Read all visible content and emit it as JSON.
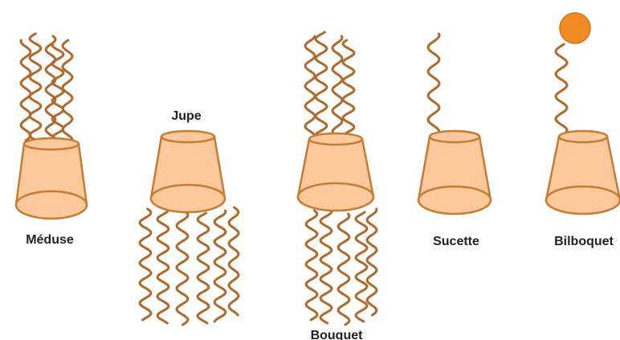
{
  "colors": {
    "cone_fill": "#fbc99c",
    "cone_stroke": "#c87a32",
    "chain": "#b0692a",
    "ball": "#f28a24",
    "ball_stroke": "#d6701a"
  },
  "shapes": [
    {
      "id": "meduse",
      "label": "Méduse",
      "chains": "up",
      "chain_count": 4,
      "ball": false
    },
    {
      "id": "jupe",
      "label": "Jupe",
      "chains": "down",
      "chain_count": 6,
      "ball": false
    },
    {
      "id": "bouquet",
      "label": "Bouquet",
      "chains": "both",
      "chain_count": 5,
      "ball": false
    },
    {
      "id": "sucette",
      "label": "Sucette",
      "chains": "up",
      "chain_count": 1,
      "ball": false
    },
    {
      "id": "bilboquet",
      "label": "Bilboquet",
      "chains": "up",
      "chain_count": 1,
      "ball": true
    }
  ]
}
